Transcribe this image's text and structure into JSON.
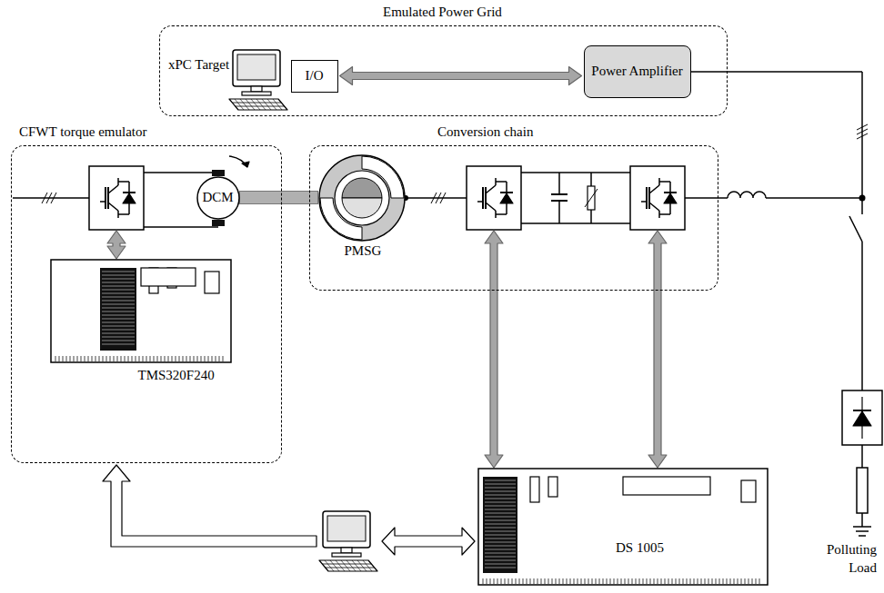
{
  "diagram": {
    "nodes": [
      {
        "text": [
          "Emulated Power Grid"
        ]
      },
      {
        "text": [
          "I/O"
        ],
        "in": 0
      },
      {
        "text": [
          "Power Amplifier"
        ],
        "in": 0
      },
      {
        "text": [
          "CFWT torque emulator"
        ]
      },
      {
        "text": [
          "DCM"
        ],
        "in": 3
      },
      {
        "text": [
          "TMS320F240"
        ],
        "in": 3
      },
      {
        "text": [
          "Conversion chain"
        ]
      },
      {
        "text": [
          "PMSG"
        ],
        "in": 6
      },
      {
        "text": [
          "DS 1005"
        ]
      }
    ],
    "edges": [
      {
        "from": 1,
        "to": 2,
        "arrow": "both"
      },
      {
        "from": 4,
        "to": 7,
        "arrow": "none"
      }
    ],
    "labels": [
      "xPC Target",
      "Polluting Load"
    ]
  }
}
